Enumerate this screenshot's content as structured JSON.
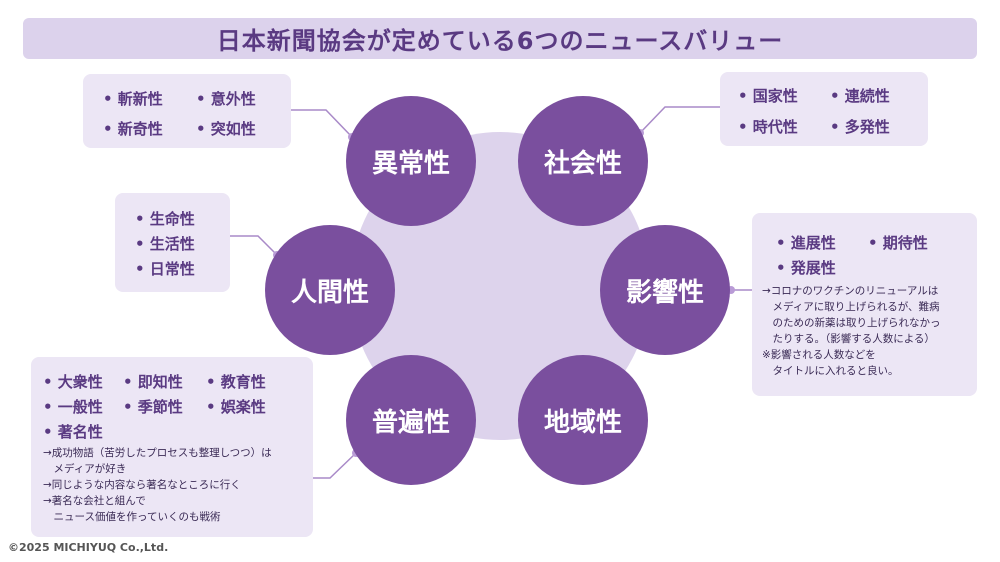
{
  "title": "日本新聞協会が定めている6つのニュースバリュー",
  "copyright": "©2025 MICHIYUQ Co.,Ltd.",
  "nodes": {
    "ijousei": "異常性",
    "shakaisei": "社会性",
    "ningensei": "人間性",
    "eikyousei": "影響性",
    "fuhensei": "普遍性",
    "chiikisei": "地域性"
  },
  "keywords": {
    "ijousei": [
      "• 斬新性",
      "• 意外性",
      "• 新奇性",
      "• 突如性"
    ],
    "shakaisei": [
      "• 国家性",
      "• 連続性",
      "• 時代性",
      "• 多発性"
    ],
    "ningensei": [
      "• 生命性",
      "• 生活性",
      "• 日常性"
    ],
    "eikyousei": [
      "• 進展性",
      "• 期待性",
      "• 発展性"
    ],
    "fuhensei": [
      "• 大衆性",
      "• 即知性",
      "• 教育性",
      "• 一般性",
      "• 季節性",
      "• 娯楽性",
      "• 著名性"
    ]
  },
  "notes": {
    "eikyousei": [
      "→コロナのワクチンのリニューアルは",
      "　メディアに取り上げられるが、難病",
      "　のための新薬は取り上げられなかっ",
      "　たりする。（影響する人数による）",
      "※影響される人数などを",
      "　タイトルに入れると良い。"
    ],
    "fuhensei": [
      "→成功物語（苦労したプロセスも整理しつつ）は",
      "　メディアが好き",
      "→同じような内容なら著名なところに行く",
      "→著名な会社と組んで",
      "　ニュース価値を作っていくのも戦術"
    ]
  },
  "colors": {
    "node": "#7a4f9e",
    "hub": "#ddd3ec",
    "box": "#ece6f5",
    "title_bg": "#dcd2ec",
    "text": "#5a3a82"
  }
}
